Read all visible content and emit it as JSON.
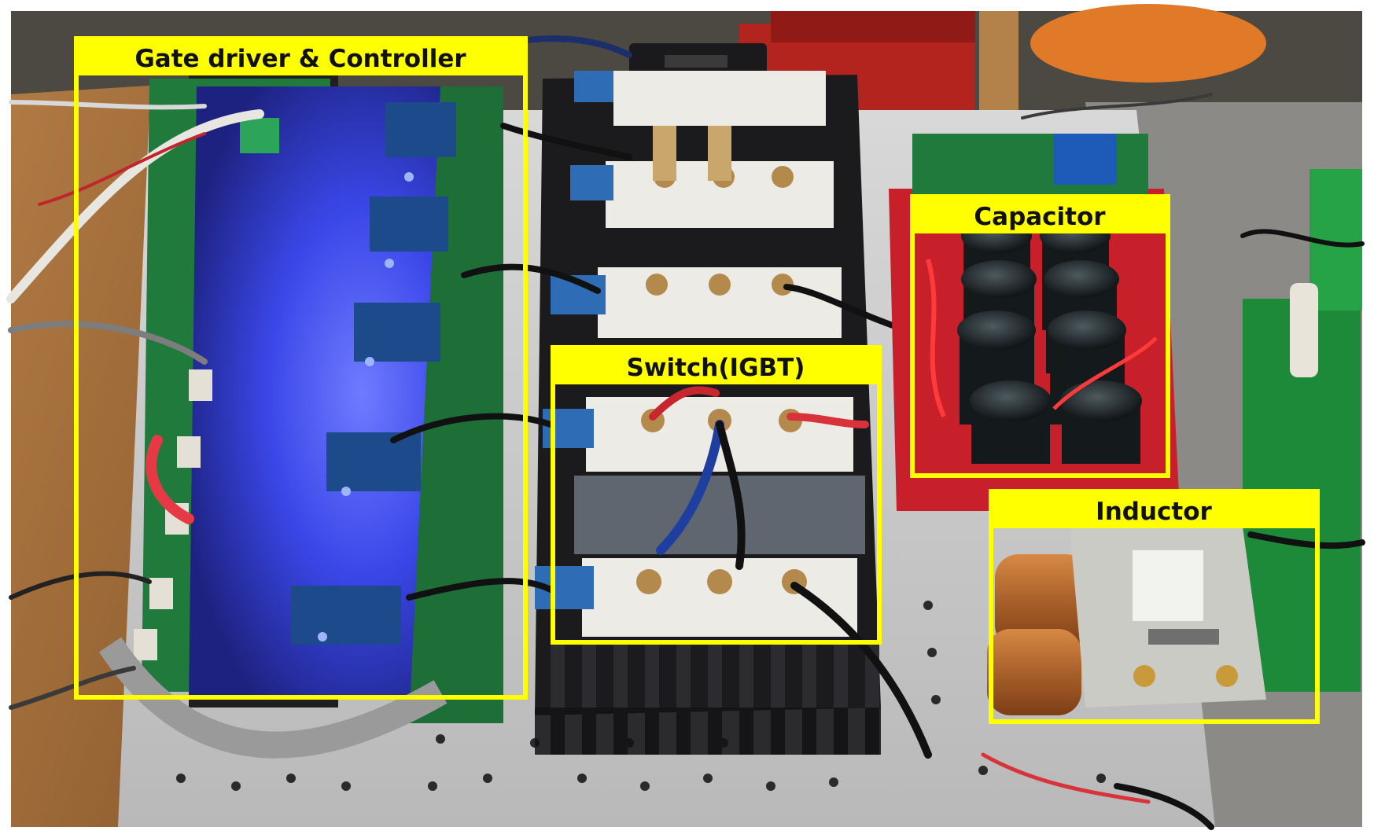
{
  "colors": {
    "annotation": "#ffff00",
    "label_text": "#111111",
    "heatsink": "#1b1b1e",
    "igbt_module": "#ecebe6",
    "pcb_red": "#c8202a",
    "pcb_green": "#1f7a3c",
    "led_blue": "#3a4dff",
    "wood": "#a4703e",
    "capacitor": "#141a1c",
    "copper": "#b56a2c"
  },
  "labels": {
    "gate_driver": "Gate driver & Controller",
    "switch": "Switch(IGBT)",
    "capacitor": "Capacitor",
    "inductor": "Inductor"
  }
}
